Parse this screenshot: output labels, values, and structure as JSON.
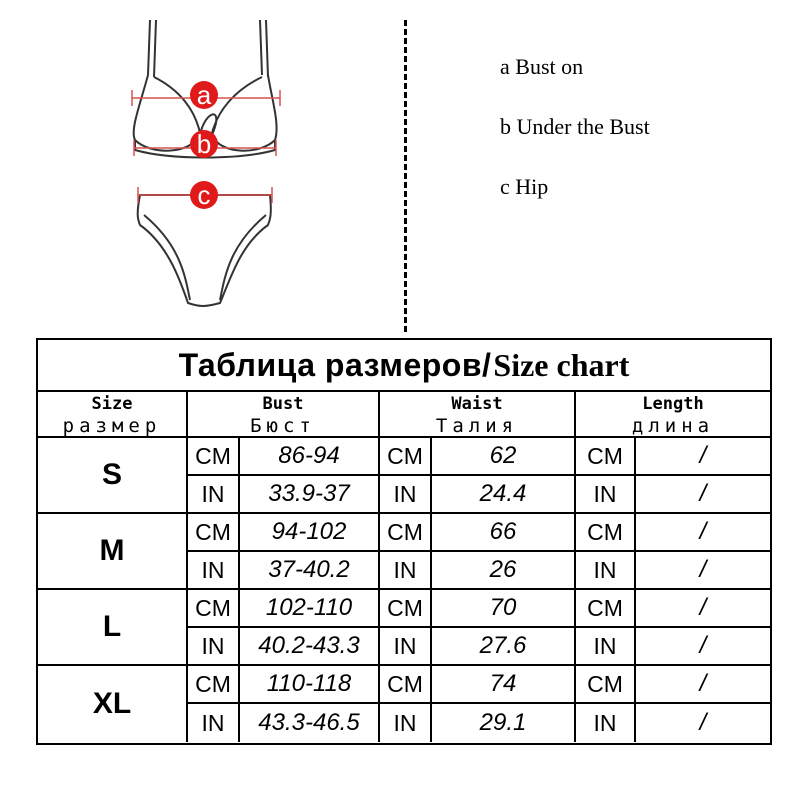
{
  "legend": {
    "a": "a Bust on",
    "b": "b Under the Bust",
    "c": "c Hip"
  },
  "markers": {
    "a": "a",
    "b": "b",
    "c": "c"
  },
  "colors": {
    "marker_red": "#e01a1a",
    "measure_line": "#d9534f",
    "outline": "#333333"
  },
  "chart": {
    "title_ru": "Таблица размеров/",
    "title_en": "Size  chart",
    "headers": [
      {
        "en": "Size",
        "ru": "размер"
      },
      {
        "en": "Bust",
        "ru": "Бюст"
      },
      {
        "en": "Waist",
        "ru": "Талия"
      },
      {
        "en": "Length",
        "ru": "длина"
      }
    ],
    "rows": [
      {
        "size": "S",
        "cm": {
          "unit": "CM",
          "bust": "86-94",
          "waist": "62",
          "length": "/"
        },
        "in": {
          "unit": "IN",
          "bust": "33.9-37",
          "waist": "24.4",
          "length": "/"
        }
      },
      {
        "size": "M",
        "cm": {
          "unit": "CM",
          "bust": "94-102",
          "waist": "66",
          "length": "/"
        },
        "in": {
          "unit": "IN",
          "bust": "37-40.2",
          "waist": "26",
          "length": "/"
        }
      },
      {
        "size": "L",
        "cm": {
          "unit": "CM",
          "bust": "102-110",
          "waist": "70",
          "length": "/"
        },
        "in": {
          "unit": "IN",
          "bust": "40.2-43.3",
          "waist": "27.6",
          "length": "/"
        }
      },
      {
        "size": "XL",
        "cm": {
          "unit": "CM",
          "bust": "110-118",
          "waist": "74",
          "length": "/"
        },
        "in": {
          "unit": "IN",
          "bust": "43.3-46.5",
          "waist": "29.1",
          "length": "/"
        }
      }
    ]
  }
}
